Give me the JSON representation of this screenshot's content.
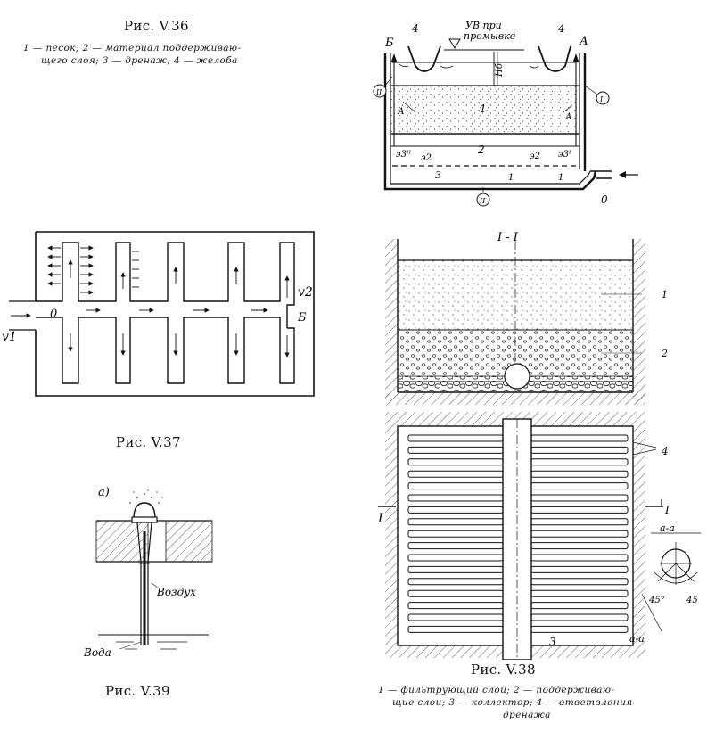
{
  "fig36": {
    "caption": "Рис. V.36",
    "legend_line1": "1 — песок;  2 — материал  поддерживаю-",
    "legend_line2": "щего  слоя;  3 — дренаж;  4 — желоба",
    "labels": {
      "b": "Б",
      "a": "А",
      "four_left": "4",
      "four_right": "4",
      "uv1": "УВ при",
      "uv2": "промывке",
      "h": "Hб",
      "rom2_left": "II",
      "rom1_right": "I",
      "rom2_bottom": "II",
      "one": "1",
      "two": "2",
      "three": "3",
      "zero": "0",
      "a1_left": "А",
      "a1_right": "А",
      "n3ii": "э3ᴵᴵ",
      "n2_left": "э2",
      "n2_right": "э2",
      "n3i": "э3ᴵ",
      "n1_mid": "1",
      "n1_right": "1"
    }
  },
  "fig37": {
    "caption": "Рис. V.37",
    "labels": {
      "zero": "0",
      "b": "Б",
      "v1": "v1",
      "v2": "v2"
    }
  },
  "fig38": {
    "caption": "Рис. V.38",
    "legend_line1": "1 — фильтрующий  слой;  2 — поддерживаю-",
    "legend_line2": "щие  слои;   3 — коллектор;  4 — ответвления",
    "legend_line3": "дренажа",
    "labels": {
      "section": "I - I",
      "one": "1",
      "two": "2",
      "four": "4",
      "roman_left": "I",
      "roman_right": "I",
      "three": "3",
      "aa_top": "a-a",
      "aa_bottom": "a-a",
      "deg_left": "45°",
      "deg_right": "45"
    }
  },
  "fig39": {
    "caption": "Рис. V.39",
    "labels": {
      "a": "а)",
      "air": "Воздух",
      "water": "Вода"
    }
  }
}
